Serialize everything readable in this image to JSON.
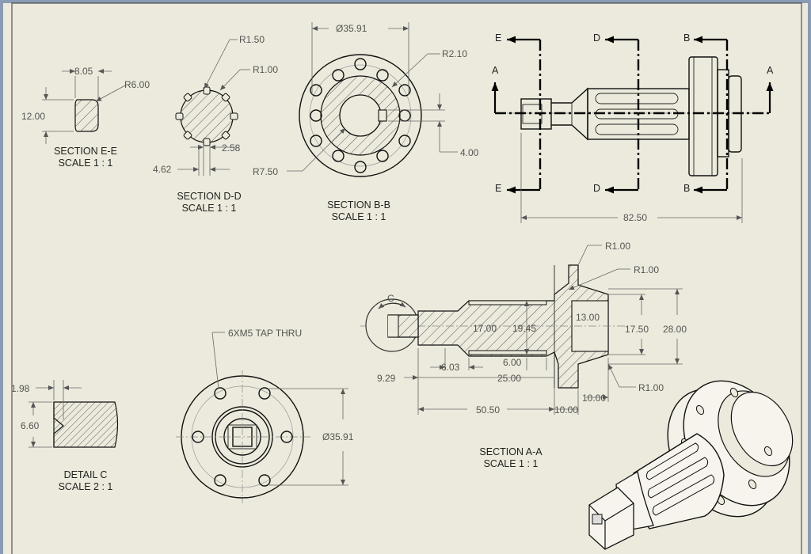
{
  "colors": {
    "sheet": "#eceadc",
    "frame_bg": "#8a9bb4",
    "line": "#111111",
    "dimension": "#555555"
  },
  "section_ee": {
    "title": "SECTION E-E",
    "scale": "SCALE 1 : 1",
    "dims": {
      "width": "8.05",
      "radius": "R6.00",
      "height": "12.00"
    }
  },
  "section_dd": {
    "title": "SECTION D-D",
    "scale": "SCALE 1 : 1",
    "dims": {
      "r_outer": "R1.50",
      "r_inner": "R1.00",
      "slot": "2.58",
      "pitch": "4.62"
    }
  },
  "section_bb": {
    "title": "SECTION B-B",
    "scale": "SCALE 1 : 1",
    "dims": {
      "diameter": "Ø35.91",
      "r_key": "R2.10",
      "key": "4.00",
      "r_bore": "R7.50"
    }
  },
  "side_view": {
    "cut_labels": {
      "e": "E",
      "d": "D",
      "b": "B",
      "a": "A"
    },
    "dims": {
      "length": "82.50"
    }
  },
  "section_aa": {
    "title": "SECTION A-A",
    "scale": "SCALE 1 : 1",
    "detail_tag": "C",
    "dims": {
      "r_top": "R1.00",
      "r_mid": "R1.00",
      "r_bot": "R1.00",
      "d17": "17.00",
      "d1945": "19.45",
      "d13": "13.00",
      "d1750": "17.50",
      "d28": "28.00",
      "d929": "9.29",
      "d603": "6.03",
      "d6": "6.00",
      "d25": "25.00",
      "d10a": "10.00",
      "d5050": "50.50",
      "d10b": "10.00"
    }
  },
  "front_view": {
    "note": "6XM5 TAP THRU",
    "dims": {
      "diameter": "Ø35.91"
    }
  },
  "detail_c": {
    "title": "DETAIL C",
    "scale": "SCALE 2 : 1",
    "dims": {
      "depth": "1.98",
      "height": "6.60"
    }
  }
}
